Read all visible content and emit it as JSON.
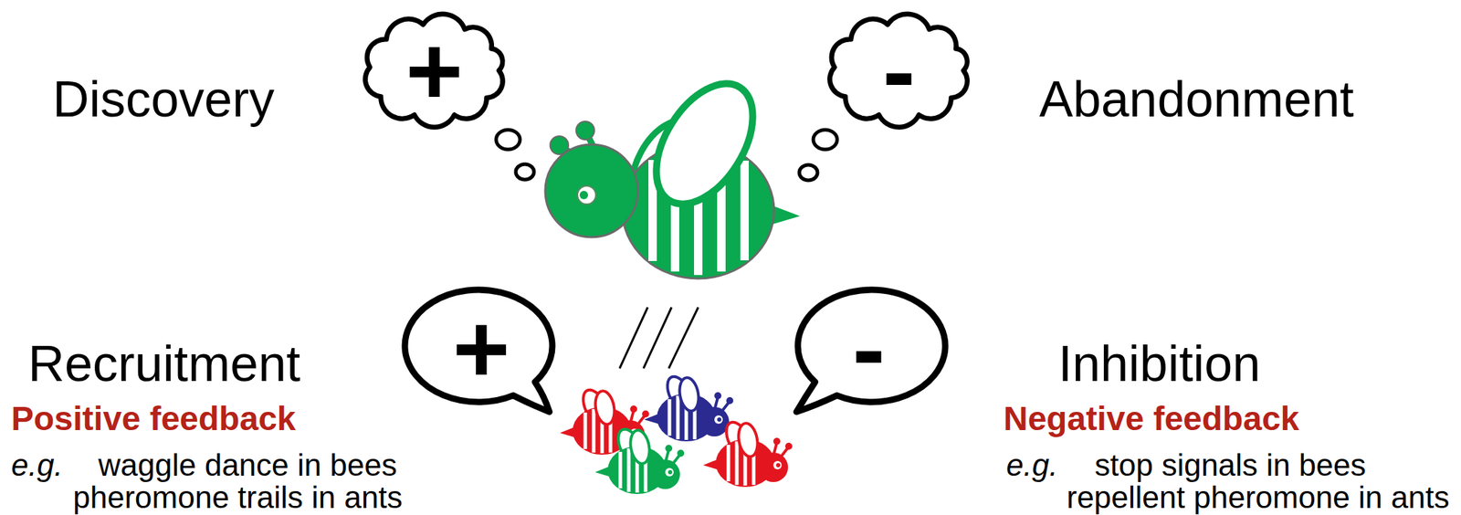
{
  "diagram": {
    "nodes": [
      {
        "text": [
          "+"
        ]
      },
      {
        "text": [
          "-"
        ]
      },
      {
        "text": [
          "+"
        ]
      },
      {
        "text": [
          "-"
        ]
      }
    ],
    "labels": [
      "Discovery",
      "Abandonment",
      "Recruitment",
      "Positive feedback",
      "e.g.",
      "waggle dance in bees",
      "pheromone trails in ants",
      "Inhibition",
      "Negative feedback",
      "e.g.",
      "stop signals in bees",
      "repellent pheromone in ants"
    ]
  }
}
